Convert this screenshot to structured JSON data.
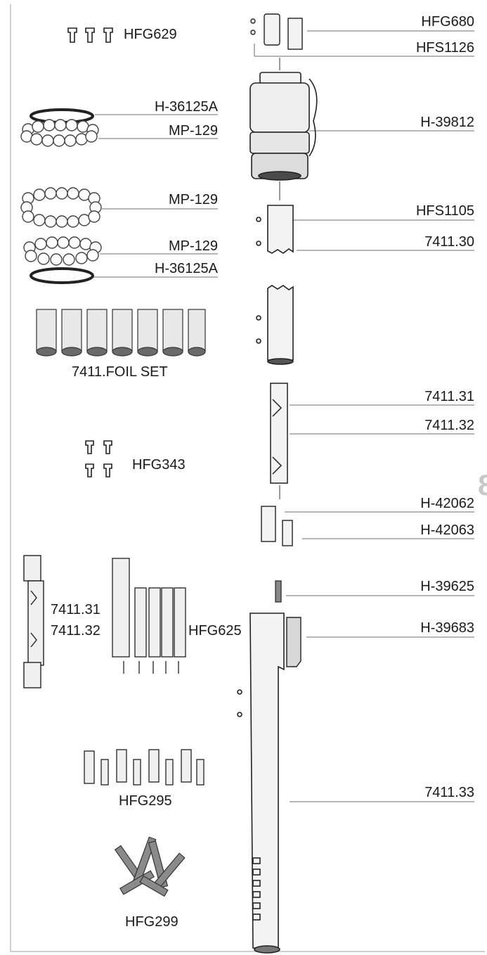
{
  "labels": {
    "hfg629": "HFG629",
    "hfg680": "HFG680",
    "hfs1126": "HFS1126",
    "h36125a_top": "H-36125A",
    "mp129_a": "MP-129",
    "h39812": "H-39812",
    "mp129_b": "MP-129",
    "hfs1105": "HFS1105",
    "mp129_c": "MP-129",
    "h36125a_bottom": "H-36125A",
    "p741130": "7411.30",
    "foil_set": "7411.FOIL SET",
    "p741131_right": "7411.31",
    "p741132_right": "7411.32",
    "hfg343": "HFG343",
    "h42062": "H-42062",
    "h42063": "H-42063",
    "h39625": "H-39625",
    "p741131_left": "7411.31",
    "p741132_left": "7411.32",
    "hfg625": "HFG625",
    "h39683": "H-39683",
    "hfg295": "HFG295",
    "p741133": "7411.33",
    "hfg299": "HFG299",
    "page_mark": "8"
  }
}
